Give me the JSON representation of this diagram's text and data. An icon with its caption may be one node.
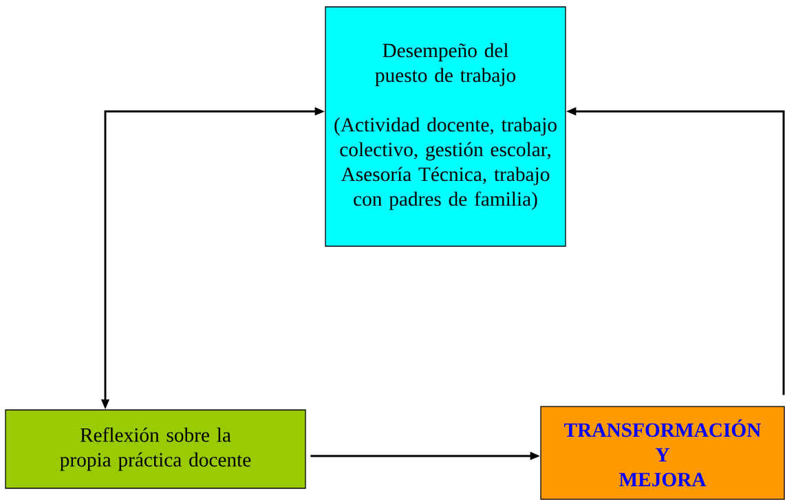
{
  "diagram": {
    "nodes": [
      {
        "text": [
          "Desempeño del puesto de trabajo",
          "(Actividad docente, trabajo colectivo, gestión escolar, Asesoría Técnica, trabajo con padres de familia)"
        ]
      },
      {
        "text": [
          "Reflexión sobre la propia práctica docente"
        ]
      },
      {
        "text": [
          "TRANSFORMACIÓN Y MEJORA"
        ]
      }
    ],
    "edges": [
      {
        "from": 1,
        "to": 0,
        "arrow": "both"
      },
      {
        "from": 1,
        "to": 2,
        "arrow": "to"
      },
      {
        "from": 2,
        "to": 0,
        "arrow": "to"
      }
    ]
  }
}
